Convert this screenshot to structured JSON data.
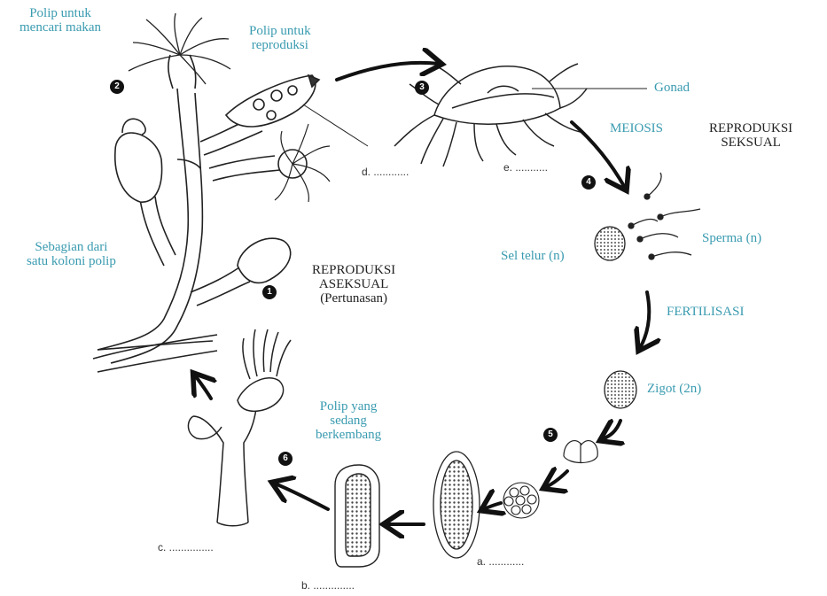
{
  "labels": {
    "feeding_polyp": [
      "Polip untuk",
      "mencari makan"
    ],
    "reproductive_polyp": [
      "Polip untuk",
      "reproduksi"
    ],
    "gonad": "Gonad",
    "meiosis": "MEIOSIS",
    "sexual_reproduction": [
      "REPRODUKSI",
      "SEKSUAL"
    ],
    "colony_part": [
      "Sebagian dari",
      "satu koloni polip"
    ],
    "asexual_reproduction": [
      "REPRODUKSI",
      "ASEKSUAL",
      "(Pertunasan)"
    ],
    "egg_cell": "Sel telur (n)",
    "sperm": "Sperma (n)",
    "fertilization": "FERTILISASI",
    "zygote": "Zigot (2n)",
    "developing_polyp": [
      "Polip yang",
      "sedang",
      "berkembang"
    ]
  },
  "blanks": {
    "a": "a. ............",
    "b": "b. ..............",
    "c": "c. ...............",
    "d": "d. ............",
    "e": "e. ..........."
  },
  "step_numbers": [
    "1",
    "2",
    "3",
    "4",
    "5",
    "6"
  ],
  "colors": {
    "label_teal": "#3a9bb0",
    "ink": "#111111"
  }
}
